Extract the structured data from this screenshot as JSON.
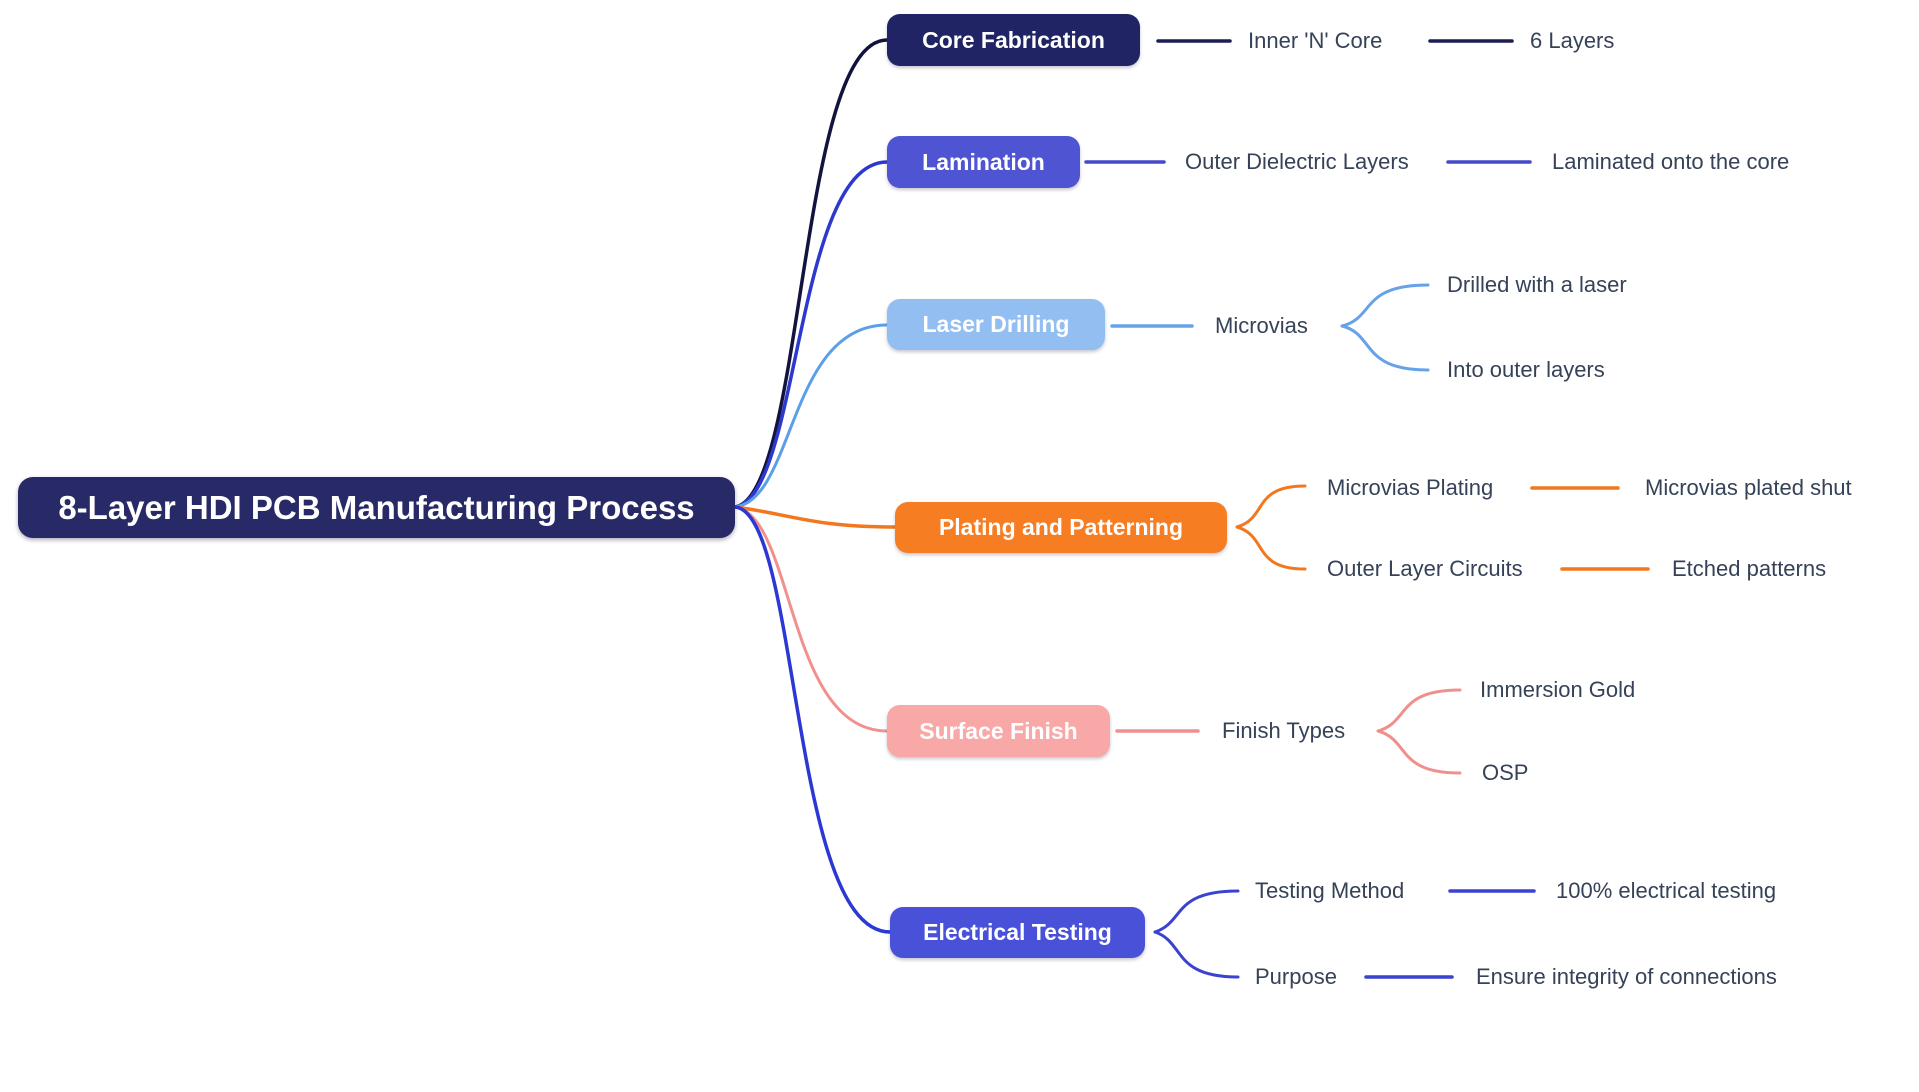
{
  "root": {
    "label": "8-Layer HDI PCB Manufacturing Process",
    "bg": "#282a67"
  },
  "branches": [
    {
      "label": "Core Fabrication",
      "bg": "#202364",
      "line_color": "#1c1d52",
      "child": "Inner 'N' Core",
      "grandchild": "6 Layers"
    },
    {
      "label": "Lamination",
      "bg": "#4e54d2",
      "line_color": "#444ac9",
      "child": "Outer Dielectric Layers",
      "grandchild": "Laminated onto the core"
    },
    {
      "label": "Laser Drilling",
      "bg": "#93bef2",
      "line_color": "#66a2e8",
      "child": "Microvias",
      "leaves": [
        "Drilled with a laser",
        "Into outer layers"
      ]
    },
    {
      "label": "Plating and Patterning",
      "bg": "#f67d22",
      "line_color": "#f2771e",
      "sub1": {
        "label": "Microvias Plating",
        "value": "Microvias plated shut"
      },
      "sub2": {
        "label": "Outer Layer Circuits",
        "value": "Etched patterns"
      }
    },
    {
      "label": "Surface Finish",
      "bg": "#f8a8a6",
      "line_color": "#ef908d",
      "child": "Finish Types",
      "leaves": [
        "Immersion Gold",
        "OSP"
      ]
    },
    {
      "label": "Electrical Testing",
      "bg": "#4a51d9",
      "line_color": "#3a42cf",
      "sub1": {
        "label": "Testing Method",
        "value": "100% electrical testing"
      },
      "sub2": {
        "label": "Purpose",
        "value": "Ensure integrity of connections"
      }
    }
  ],
  "text_color": "#364257",
  "background": "#ffffff"
}
